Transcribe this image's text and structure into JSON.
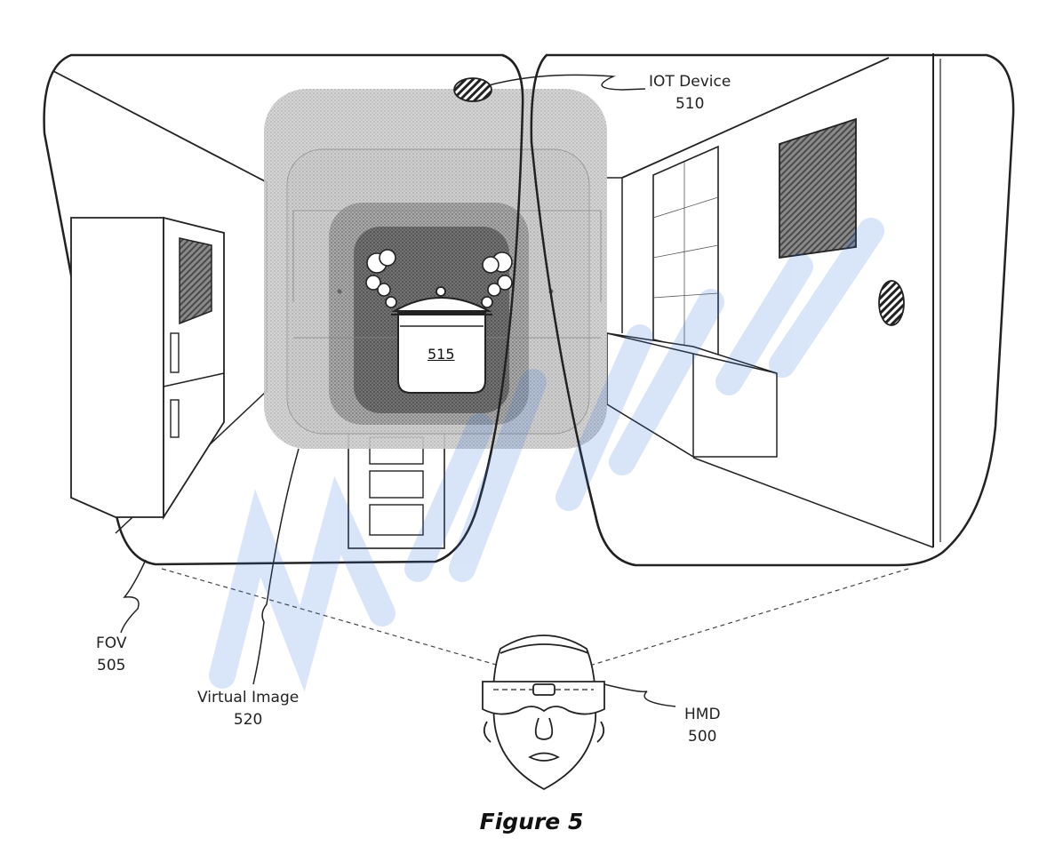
{
  "figure": {
    "caption": "Figure 5",
    "labels": {
      "iot_name": "IOT Device",
      "iot_num": "510",
      "fov_name": "FOV",
      "fov_num": "505",
      "virtual_name": "Virtual Image",
      "virtual_num": "520",
      "hmd_name": "HMD",
      "hmd_num": "500",
      "pot_num": "515"
    }
  }
}
